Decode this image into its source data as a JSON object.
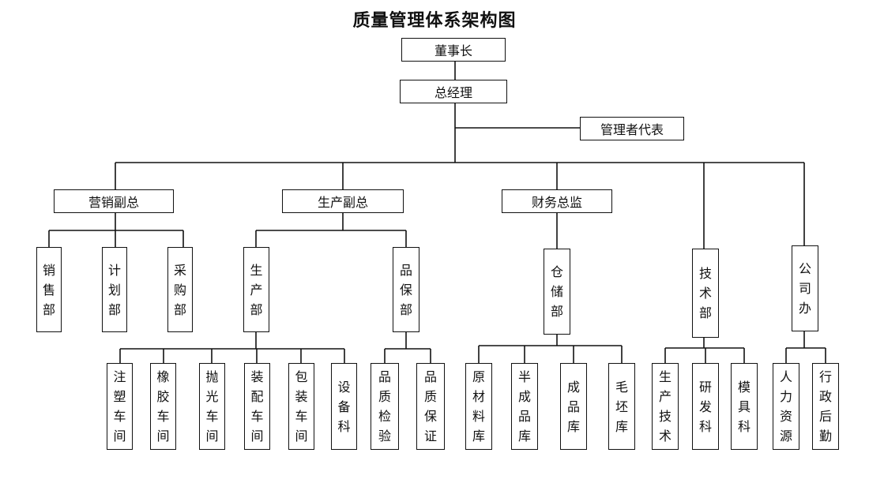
{
  "title": "质量管理体系架构图",
  "nodes": {
    "chairman": "董事长",
    "gm": "总经理",
    "mgmt_rep": "管理者代表",
    "vp_sales": "营销副总",
    "vp_prod": "生产副总",
    "finance": "财务总监",
    "sales": "销售部",
    "planning": "计划部",
    "purchasing": "采购部",
    "production": "生产部",
    "qa": "品保部",
    "warehouse": "仓储部",
    "tech": "技术部",
    "office": "公司办",
    "injection": "注塑车间",
    "rubber": "橡胶车间",
    "polish": "抛光车间",
    "assembly": "装配车间",
    "packing": "包装车间",
    "equipment": "设备科",
    "qc_inspect": "品质检验",
    "qc_assure": "品质保证",
    "raw_store": "原材料库",
    "semi_store": "半成品库",
    "finished_store": "成品库",
    "blank_store": "毛坯库",
    "prod_tech": "生产技术",
    "rnd": "研发科",
    "mold": "模具科",
    "hr": "人力资源",
    "admin": "行政后勤"
  }
}
